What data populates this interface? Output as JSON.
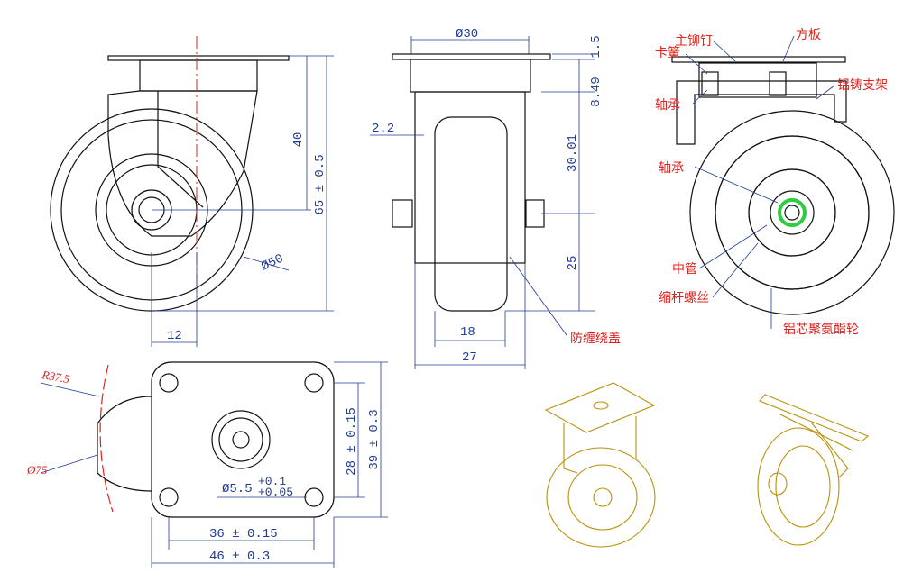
{
  "colors": {
    "dimension": "#1f3a93",
    "callout": "#e0201b",
    "outline": "#111111",
    "iso": "#b8920a",
    "hatch_aluminum": "#2fd3d3",
    "hatch_core": "#2633c9",
    "hatch_bearing": "#cc33cc",
    "hatch_spring": "#2ecc40"
  },
  "side_view": {
    "dim_height_top": "40",
    "dim_height_total": "65 ± 0.5",
    "dim_diameter": "Ø50",
    "dim_offset": "12"
  },
  "front_view": {
    "dim_plate_width": "Ø30",
    "dim_plate_thickness": "1.5",
    "dim_gap": "8.49",
    "dim_fork_height": "30.01",
    "dim_axle_height": "25",
    "dim_side_gap": "2.2",
    "dim_wheel_width": "18",
    "dim_fork_width": "27",
    "label_cover": "防缠绕盖"
  },
  "section_view": {
    "labels": {
      "main_rivet": "主铆钉",
      "plate": "方板",
      "spring": "卡簧",
      "bearing_top": "轴承",
      "bracket": "铝铸支架",
      "bearing_center": "轴承",
      "center_tube": "中管",
      "shrink_bolt": "缩杆螺丝",
      "wheel": "铝芯聚氨酯轮"
    }
  },
  "top_view": {
    "dim_radius": "R37.5",
    "dim_swivel_diameter": "Ø75",
    "dim_hole": "Ø5.5",
    "dim_hole_tol_upper": "+0.1",
    "dim_hole_tol_lower": "+0.05",
    "dim_hole_spacing_v": "28 ± 0.15",
    "dim_plate_height": "39 ± 0.3",
    "dim_hole_spacing_h": "36 ± 0.15",
    "dim_plate_width": "46 ± 0.3"
  },
  "iso_views": {
    "view_a": "isometric-front",
    "view_b": "isometric-side"
  }
}
